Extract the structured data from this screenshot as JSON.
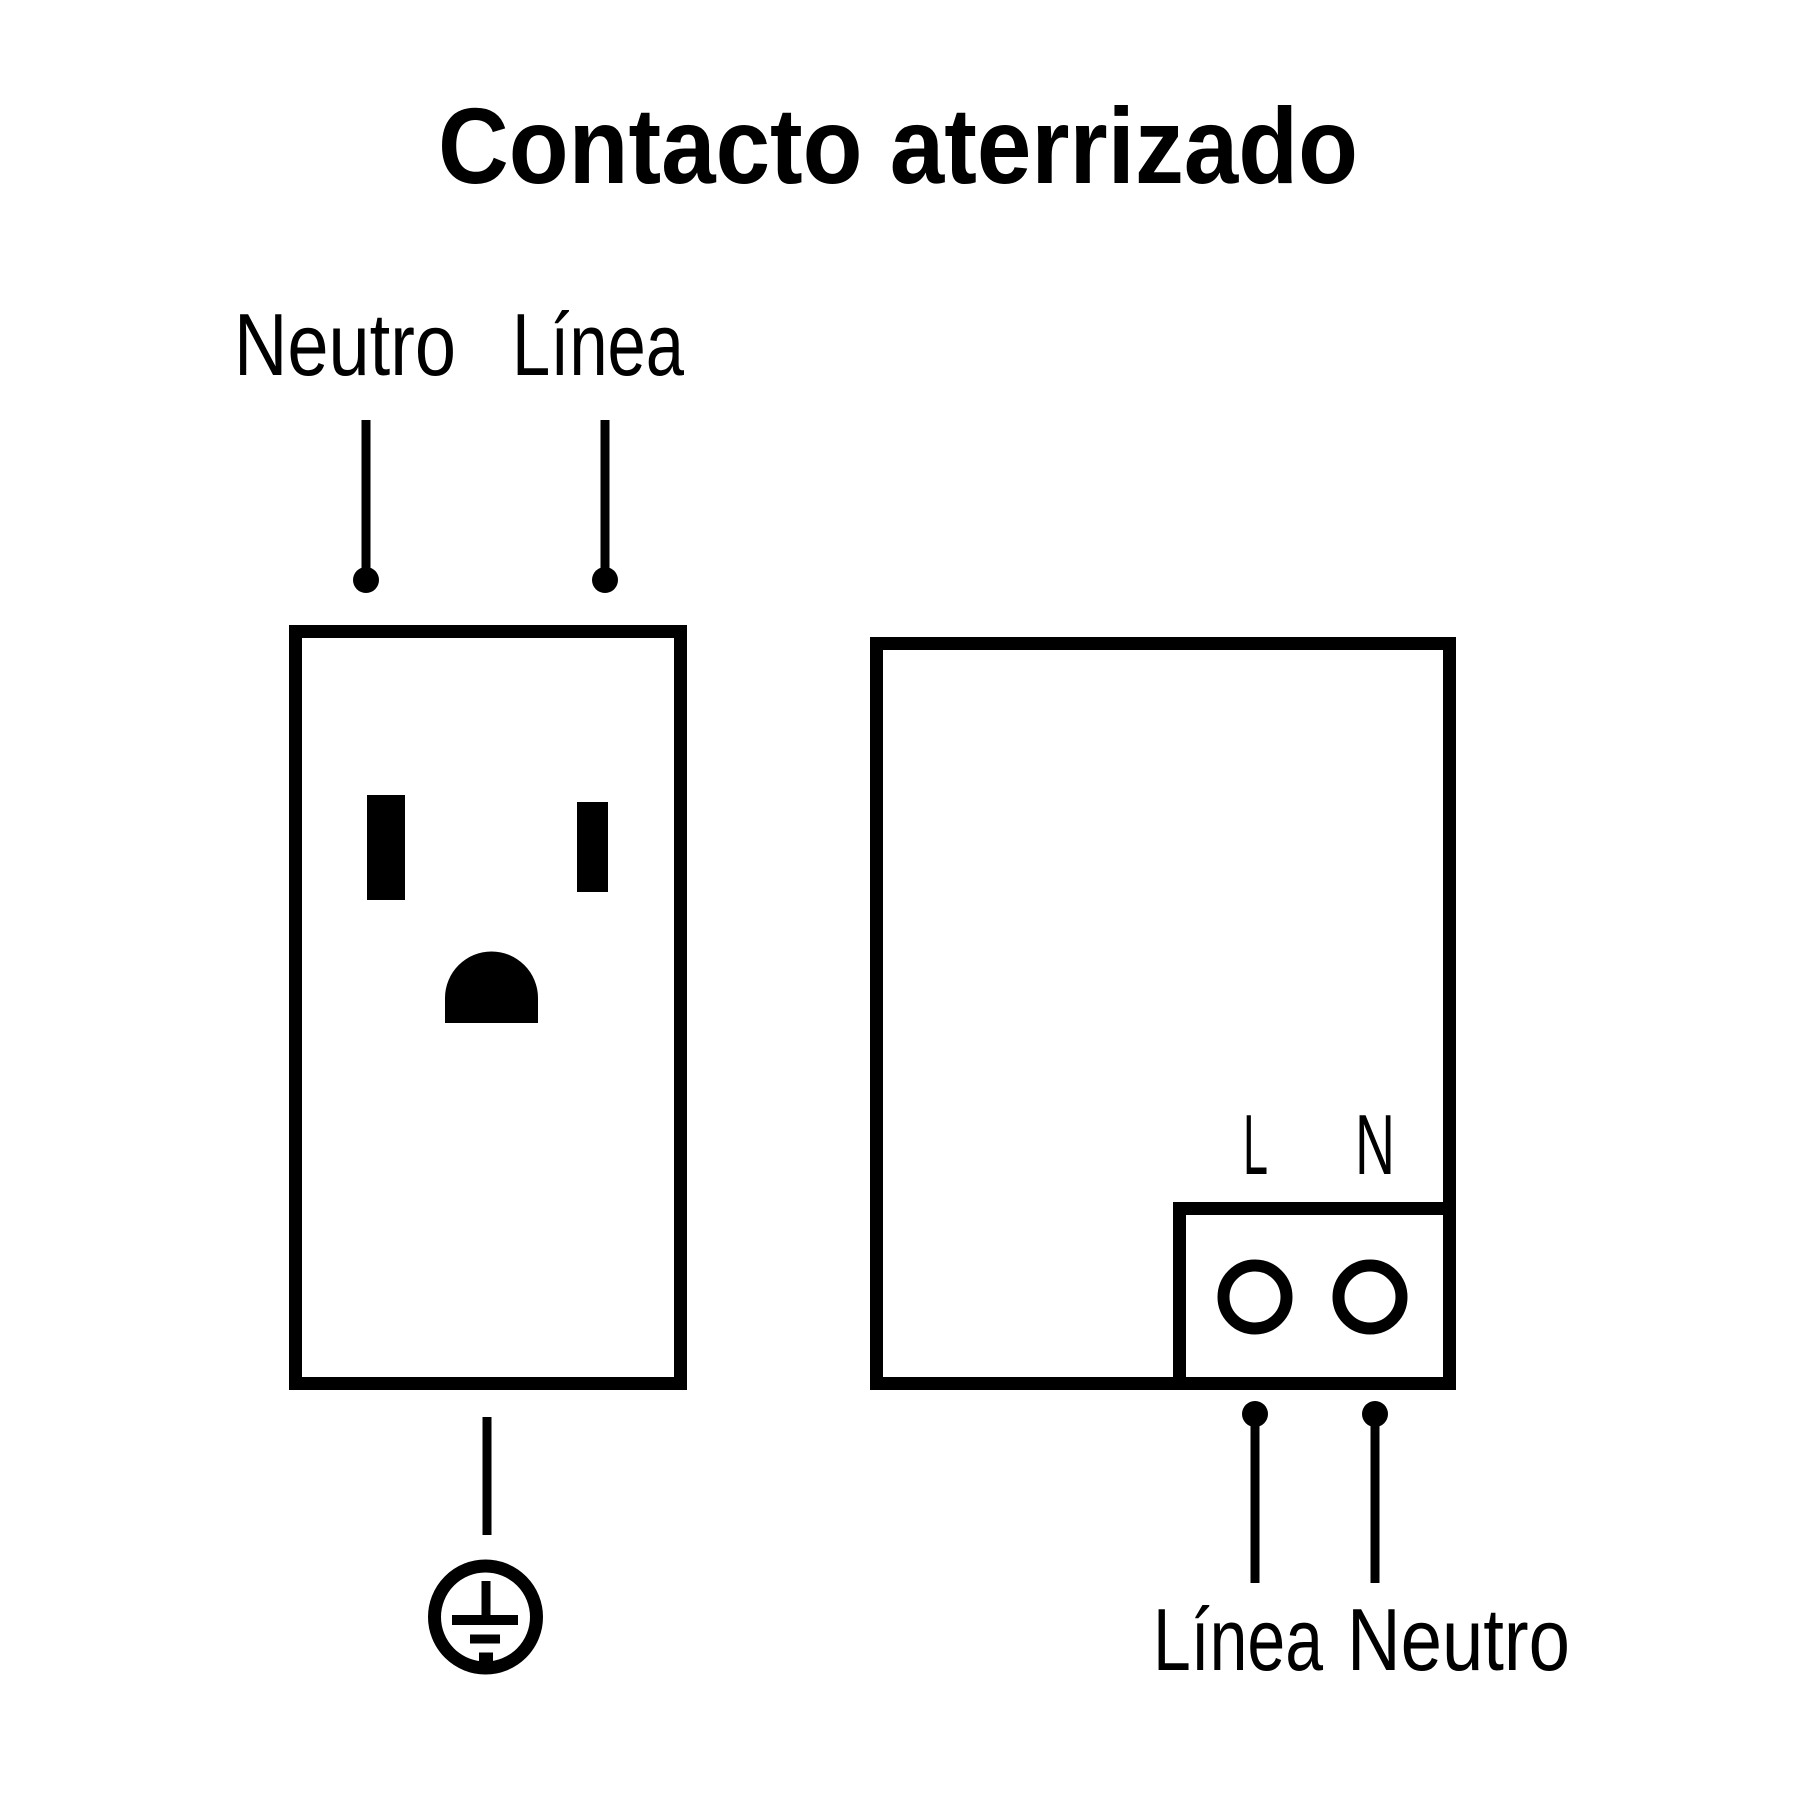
{
  "title": "Contacto aterrizado",
  "colors": {
    "ink": "#000000",
    "background": "#ffffff"
  },
  "front_view": {
    "label_neutral": "Neutro",
    "label_line": "Línea",
    "ground_symbol": "protective-earth-icon"
  },
  "back_view": {
    "terminal_line": "L",
    "terminal_neutral": "N",
    "label_line": "Línea",
    "label_neutral": "Neutro"
  }
}
